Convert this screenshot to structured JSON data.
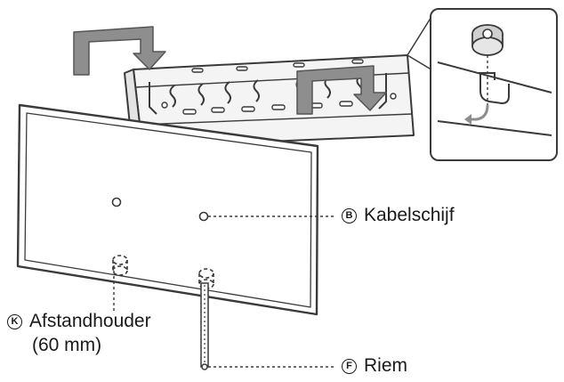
{
  "labels": {
    "cable_disk": {
      "letter": "B",
      "text": "Kabelschijf"
    },
    "spacer": {
      "letter": "K",
      "text": "Afstandhouder",
      "detail": "(60 mm)"
    },
    "strap": {
      "letter": "F",
      "text": "Riem"
    }
  },
  "colors": {
    "line": "#3a3a3a",
    "arrow_fill": "#8e8e8e",
    "arrow_stroke": "#555555",
    "bracket_fill": "#f4f4f4"
  },
  "icons": [
    "down-arrow-icon",
    "wall-bracket-icon",
    "tv-panel-icon",
    "hook-detail-icon",
    "screw-hole-icon"
  ]
}
